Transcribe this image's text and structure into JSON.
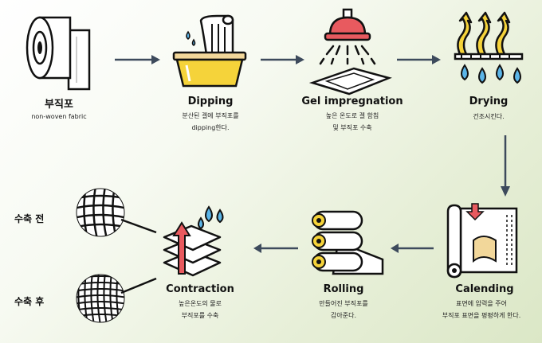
{
  "steps": [
    {
      "id": "nonwoven",
      "title": "부직포",
      "desc": [
        "non-woven fabric"
      ],
      "icon": "fabric-roll-icon"
    },
    {
      "id": "dipping",
      "title": "Dipping",
      "desc": [
        "분산된 겔에 부직포를",
        "dipping한다."
      ],
      "icon": "dipping-tank-icon"
    },
    {
      "id": "gel",
      "title": "Gel impregnation",
      "desc": [
        "높은 온도로 겔 함침",
        "및 부직포 수축"
      ],
      "icon": "shower-head-icon"
    },
    {
      "id": "drying",
      "title": "Drying",
      "desc": [
        "건조시킨다."
      ],
      "icon": "drying-heat-icon"
    },
    {
      "id": "calending",
      "title": "Calending",
      "desc": [
        "표면에 압력을 주어",
        "부직포 표면을 평평하게 한다."
      ],
      "icon": "calender-roll-icon"
    },
    {
      "id": "rolling",
      "title": "Rolling",
      "desc": [
        "만들어진 부직포를",
        "감아준다."
      ],
      "icon": "stacked-rolls-icon"
    },
    {
      "id": "contraction",
      "title": "Contraction",
      "desc": [
        "높은온도의 물로",
        "부직포를 수축"
      ],
      "icon": "layered-sheet-icon"
    }
  ],
  "side_labels": {
    "before": "수축 전",
    "after": "수축 후"
  },
  "colors": {
    "arrow": "#3d4a5c",
    "red": "#e85a5f",
    "blue": "#5bb5e8",
    "yellow": "#f5d33a",
    "tan": "#f2d79a"
  }
}
